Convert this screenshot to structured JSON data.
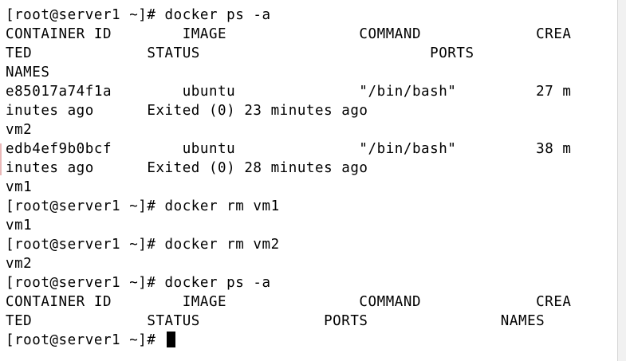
{
  "terminal": {
    "lines": [
      "[root@server1 ~]# docker ps -a",
      "CONTAINER ID        IMAGE               COMMAND             CREA",
      "TED             STATUS                          PORTS",
      "NAMES",
      "e85017a74f1a        ubuntu              \"/bin/bash\"         27 m",
      "inutes ago      Exited (0) 23 minutes ago",
      "vm2",
      "edb4ef9b0bcf        ubuntu              \"/bin/bash\"         38 m",
      "inutes ago      Exited (0) 28 minutes ago",
      "vm1",
      "[root@server1 ~]# docker rm vm1",
      "vm1",
      "[root@server1 ~]# docker rm vm2",
      "vm2",
      "[root@server1 ~]# docker ps -a",
      "CONTAINER ID        IMAGE               COMMAND             CREA",
      "TED             STATUS              PORTS               NAMES"
    ],
    "prompt": "[root@server1 ~]# "
  },
  "colors": {
    "background": "#ffffff",
    "text": "#000000",
    "cursor": "#000000"
  }
}
